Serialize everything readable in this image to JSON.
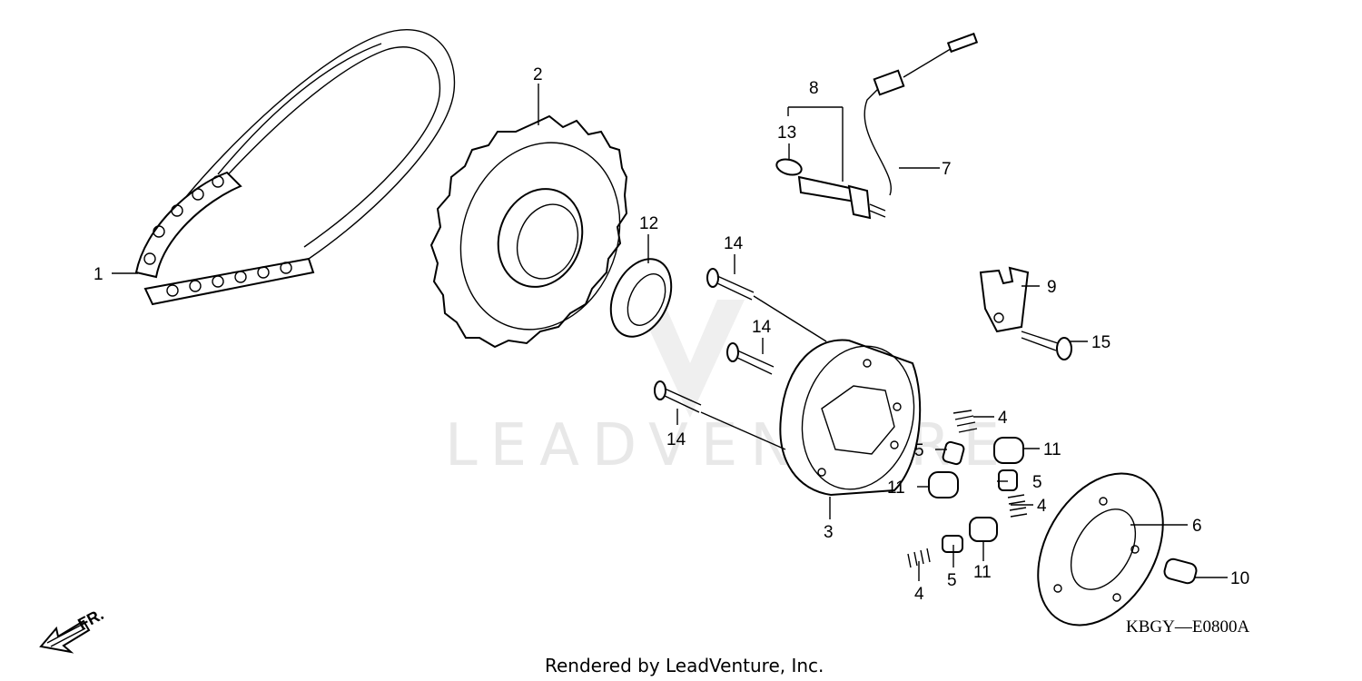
{
  "diagram": {
    "code": "KBGY—E0800A",
    "footer": "Rendered by LeadVenture, Inc.",
    "watermark": "LEADVENTURE",
    "direction_label": "FR.",
    "callouts": {
      "c1": "1",
      "c2": "2",
      "c3": "3",
      "c4a": "4",
      "c4b": "4",
      "c4c": "4",
      "c5a": "5",
      "c5b": "5",
      "c5c": "5",
      "c6": "6",
      "c7": "7",
      "c8": "8",
      "c9": "9",
      "c10": "10",
      "c11a": "11",
      "c11b": "11",
      "c11c": "11",
      "c12": "12",
      "c13": "13",
      "c14a": "14",
      "c14b": "14",
      "c14c": "14",
      "c15": "15"
    }
  }
}
